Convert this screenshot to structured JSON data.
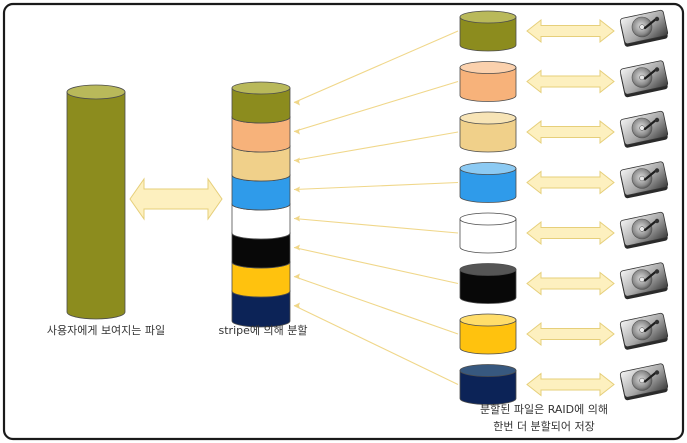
{
  "labels": {
    "user_file": "사용자에게 보여지는 파일",
    "stripe_split": "stripe에 의해 분할",
    "raid_split_line1": "분할된 파일은 RAID에 의해",
    "raid_split_line2": "한번 더 분할되어 저장"
  },
  "colors": {
    "frame_border": "#1a1a1a",
    "olive": "#8c8c1e",
    "olive_top": "#b9b95a",
    "arrow_fill": "#fdf0bf",
    "arrow_stroke": "#e6cf7a",
    "connector": "#f0d78a"
  },
  "segments": [
    {
      "name": "olive",
      "fill": "#8c8c1e",
      "top": "#b9b95a"
    },
    {
      "name": "orange",
      "fill": "#f7b27a",
      "top": "#fbd1ad"
    },
    {
      "name": "tan",
      "fill": "#f0d08a",
      "top": "#f7e4b6"
    },
    {
      "name": "blue",
      "fill": "#2f9bea",
      "top": "#8ccaf3"
    },
    {
      "name": "white",
      "fill": "#ffffff",
      "top": "#ffffff"
    },
    {
      "name": "black",
      "fill": "#080808",
      "top": "#555555"
    },
    {
      "name": "gold",
      "fill": "#ffc20e",
      "top": "#ffdd6b"
    },
    {
      "name": "navy",
      "fill": "#0c2357",
      "top": "#37587f"
    }
  ],
  "icons": {
    "disk": "hard-disk-icon",
    "arrow": "double-arrow-icon"
  }
}
